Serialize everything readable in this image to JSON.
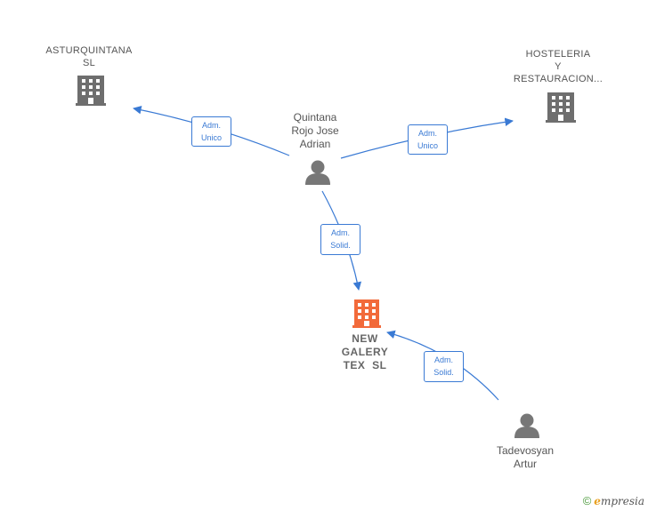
{
  "colors": {
    "edge": "#3a7ad4",
    "company_gray": "#6e6e6e",
    "company_focus": "#f26a3a",
    "person": "#777777"
  },
  "nodes": {
    "asturquintana": {
      "lines": [
        "ASTURQUINTANA",
        "SL"
      ],
      "icon": "building-icon"
    },
    "hosteleria": {
      "lines": [
        "HOSTELERIA",
        "Y",
        "RESTAURACION..."
      ],
      "icon": "building-icon"
    },
    "quintana": {
      "lines": [
        "Quintana",
        "Rojo Jose",
        "Adrian"
      ],
      "icon": "person-icon"
    },
    "newgalery": {
      "lines": [
        "NEW",
        "GALERY",
        "TEX  SL"
      ],
      "icon": "building-icon"
    },
    "tadevosyan": {
      "lines": [
        "Tadevosyan",
        "Artur"
      ],
      "icon": "person-icon"
    }
  },
  "edges": {
    "to_asturquintana": {
      "lines": [
        "Adm.",
        "Unico"
      ]
    },
    "to_hosteleria": {
      "lines": [
        "Adm.",
        "Unico"
      ]
    },
    "quintana_to_newgalery": {
      "lines": [
        "Adm.",
        "Solid."
      ]
    },
    "tadevosyan_to_newgalery": {
      "lines": [
        "Adm.",
        "Solid."
      ]
    }
  },
  "footer": {
    "copyright": "©",
    "brand_initial": "e",
    "brand_rest": "mpresia"
  }
}
